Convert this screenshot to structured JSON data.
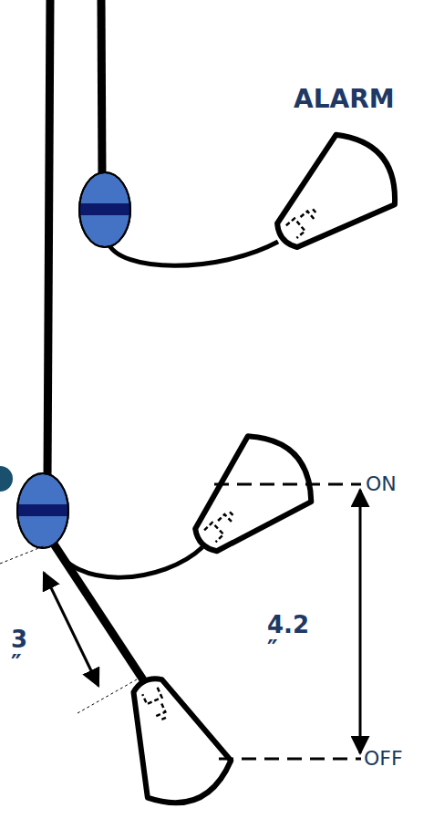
{
  "diagram": {
    "labels": [
      "ALARM",
      "ON",
      "OFF",
      "3 ″",
      "4.2 ″"
    ]
  }
}
